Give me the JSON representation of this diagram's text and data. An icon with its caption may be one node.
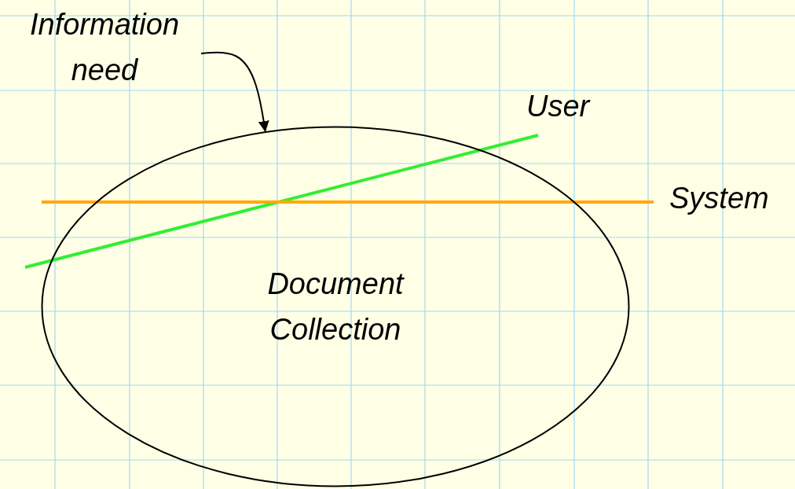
{
  "diagram": {
    "nodes": [
      {
        "text": [
          "Information need"
        ]
      },
      {
        "text": [
          "Document Collection"
        ]
      }
    ],
    "edges": [
      {
        "from": 0,
        "to": 1,
        "arrow": "to"
      }
    ],
    "labels": [
      "User",
      "System"
    ]
  }
}
